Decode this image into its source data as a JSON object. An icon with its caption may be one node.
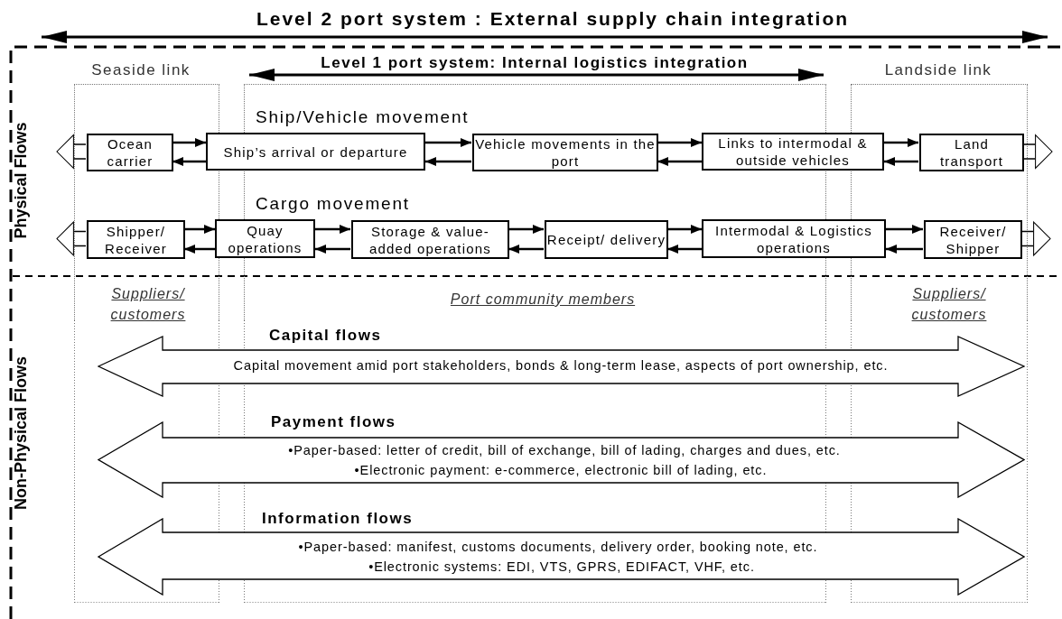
{
  "diagram": {
    "title": "Level 2 port system : External supply chain integration",
    "nodes": [
      {
        "text": [
          "Seaside link",
          "Suppliers/ customers"
        ]
      },
      {
        "text": [
          "Ship/Vehicle movement",
          "Cargo movement",
          "Port community members"
        ]
      },
      {
        "text": [
          "Landside link",
          "Suppliers/ customers"
        ]
      },
      {
        "text": [
          "Ocean carrier"
        ],
        "in": 0
      },
      {
        "text": [
          "Ship’s arrival or departure"
        ]
      },
      {
        "text": [
          "Vehicle movements in the port"
        ],
        "in": 1
      },
      {
        "text": [
          "Links to intermodal & outside vehicles"
        ]
      },
      {
        "text": [
          "Land transport"
        ],
        "in": 2
      },
      {
        "text": [
          "Shipper/ Receiver"
        ],
        "in": 0
      },
      {
        "text": [
          "Quay operations"
        ]
      },
      {
        "text": [
          "Storage & value-added operations"
        ],
        "in": 1
      },
      {
        "text": [
          "Receipt/ delivery"
        ],
        "in": 1
      },
      {
        "text": [
          "Intermodal & Logistics operations"
        ]
      },
      {
        "text": [
          "Receiver/ Shipper"
        ],
        "in": 2
      },
      {
        "text": [
          "Capital flows",
          "Capital movement amid port stakeholders, bonds & long-term lease, aspects of port ownership, etc."
        ]
      },
      {
        "text": [
          "Payment flows",
          "•Paper-based: letter of credit, bill of exchange, bill of lading, charges and dues, etc.",
          "•Electronic payment: e-commerce, electronic bill of lading, etc."
        ]
      },
      {
        "text": [
          "Information flows",
          "•Paper-based: manifest, customs documents, delivery order, booking note, etc.",
          "•Electronic systems: EDI, VTS, GPRS, EDIFACT, VHF, etc."
        ]
      }
    ],
    "edges": [
      {
        "from": 3,
        "to": null,
        "arrow": "to"
      },
      {
        "from": 3,
        "to": 4,
        "arrow": "to"
      },
      {
        "from": 4,
        "to": 3,
        "arrow": "to"
      },
      {
        "from": 4,
        "to": 5,
        "arrow": "to"
      },
      {
        "from": 5,
        "to": 4,
        "arrow": "to"
      },
      {
        "from": 5,
        "to": 6,
        "arrow": "to"
      },
      {
        "from": 6,
        "to": 5,
        "arrow": "to"
      },
      {
        "from": 6,
        "to": 7,
        "arrow": "to"
      },
      {
        "from": 7,
        "to": 6,
        "arrow": "to"
      },
      {
        "from": 7,
        "to": null,
        "arrow": "to"
      },
      {
        "from": 8,
        "to": null,
        "arrow": "to"
      },
      {
        "from": 8,
        "to": 9,
        "arrow": "to"
      },
      {
        "from": 9,
        "to": 8,
        "arrow": "to"
      },
      {
        "from": 9,
        "to": 10,
        "arrow": "to"
      },
      {
        "from": 10,
        "to": 9,
        "arrow": "to"
      },
      {
        "from": 10,
        "to": 11,
        "arrow": "to"
      },
      {
        "from": 11,
        "to": 10,
        "arrow": "to"
      },
      {
        "from": 11,
        "to": 12,
        "arrow": "to"
      },
      {
        "from": 12,
        "to": 11,
        "arrow": "to"
      },
      {
        "from": 12,
        "to": 13,
        "arrow": "to"
      },
      {
        "from": 13,
        "to": 12,
        "arrow": "to"
      },
      {
        "from": 13,
        "to": null,
        "arrow": "to"
      }
    ],
    "labels": [
      "Level 1 port system: Internal logistics integration",
      "Physical Flows",
      "Non-Physical Flows"
    ]
  }
}
